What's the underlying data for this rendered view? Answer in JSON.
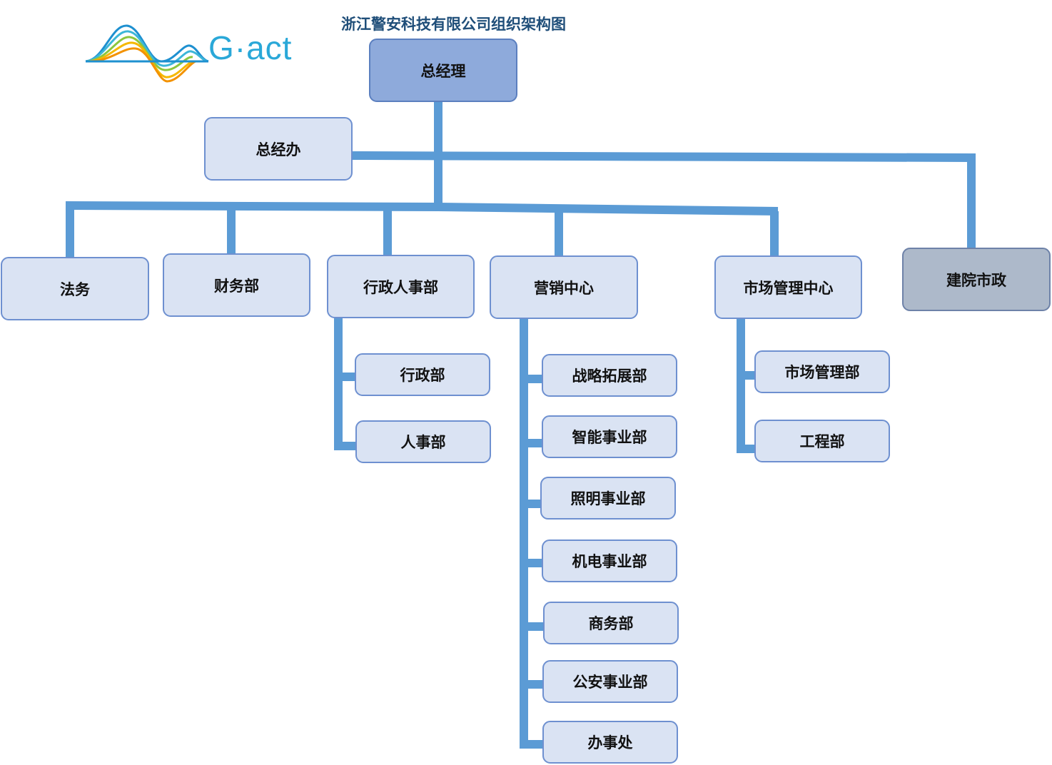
{
  "title": "浙江警安科技有限公司组织架构图",
  "logo": {
    "text": "G·act"
  },
  "colors": {
    "connector": "#5b9bd5",
    "box_fill": "#dae3f3",
    "box_border": "#6e90d0",
    "head_fill": "#8eaadb",
    "affiliate_fill": "#adb9ca"
  },
  "nodes": {
    "ceo": "总经理",
    "office": "总经办",
    "legal": "法务",
    "finance": "财务部",
    "admin_hr": "行政人事部",
    "marketing_center": "营销中心",
    "market_mgmt_center": "市场管理中心",
    "jianyuan": "建院市政",
    "admin": "行政部",
    "hr": "人事部",
    "strategy": "战略拓展部",
    "smart": "智能事业部",
    "lighting": "照明事业部",
    "electromech": "机电事业部",
    "business": "商务部",
    "police": "公安事业部",
    "office_branch": "办事处",
    "market_mgmt": "市场管理部",
    "engineering": "工程部"
  }
}
